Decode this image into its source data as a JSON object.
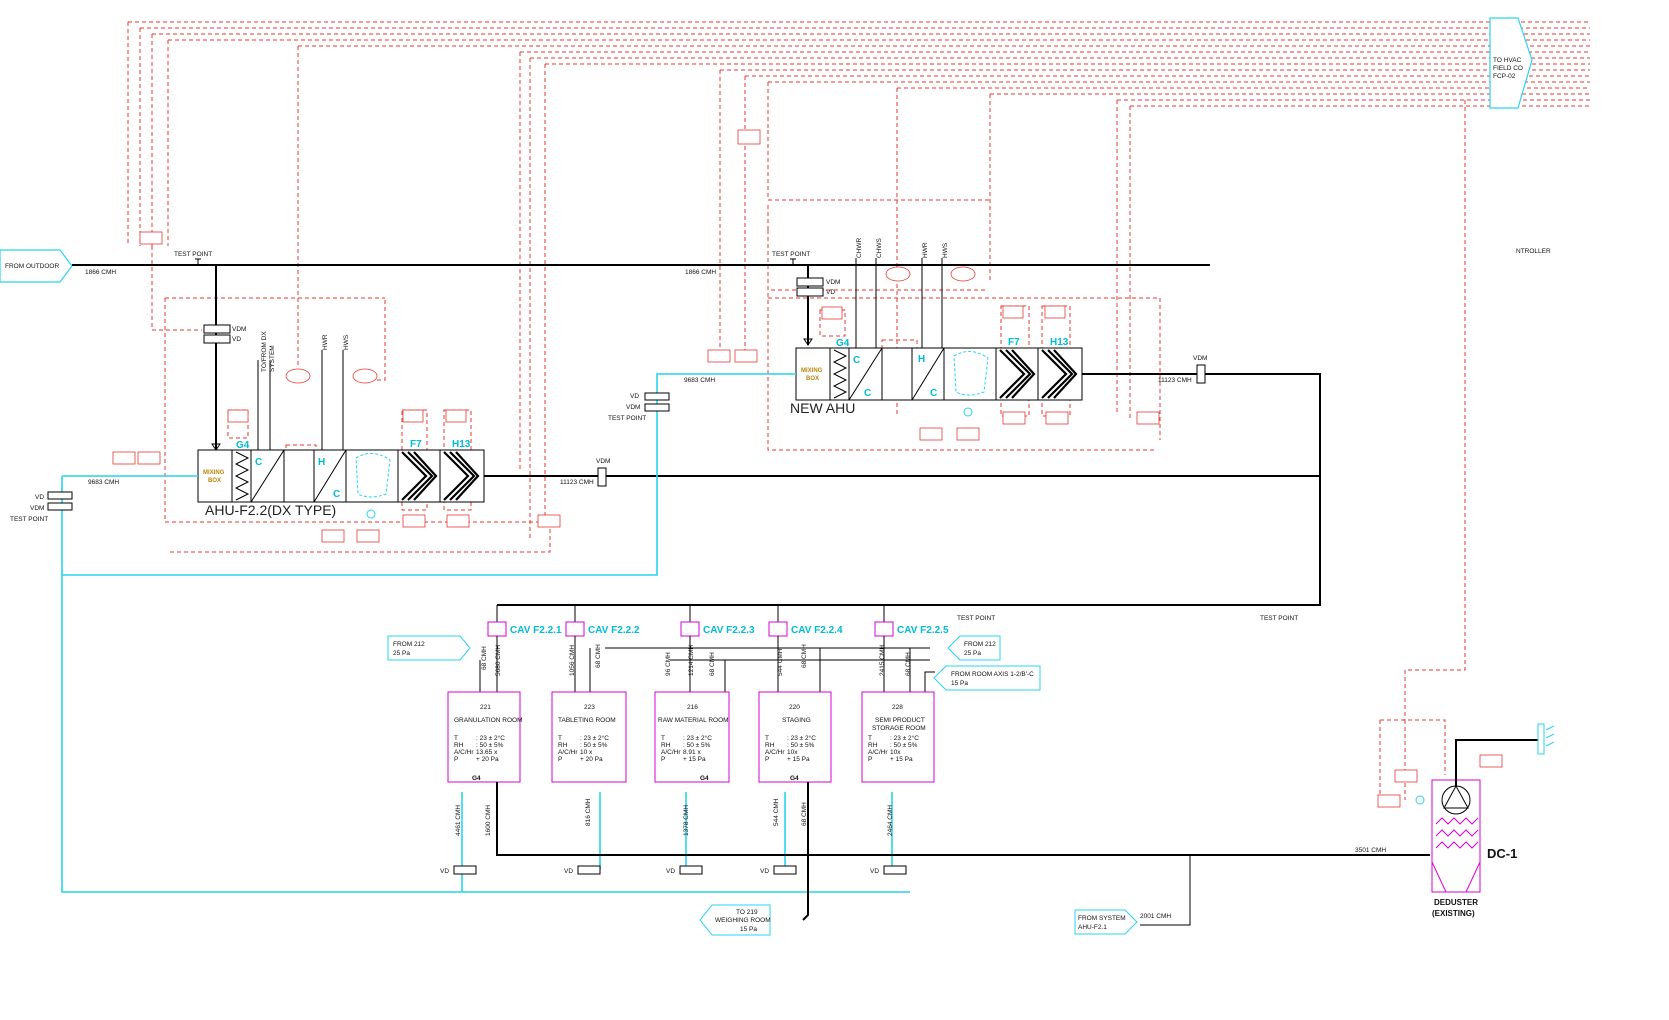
{
  "outdoor": {
    "label": "FROM OUTDOOR",
    "flow_a": "1866 CMH",
    "flow_b": "1866 CMH",
    "test_point": "TEST POINT"
  },
  "hvac": {
    "l1": "TO HVAC",
    "l2": "FIELD CO",
    "l3": "FCP-02",
    "ntroller": "NTROLLER"
  },
  "ahu1": {
    "title": "AHU-F2.2(DX TYPE)",
    "mixing": [
      "MIXING",
      "BOX"
    ],
    "g4": "G4",
    "c": "C",
    "h": "H",
    "f7": "F7",
    "h13": "H13",
    "vdm": "VDM",
    "vd": "VD",
    "dx": [
      "TO/FROM DX",
      "SYSTEM"
    ],
    "hwr": "HWR",
    "hws": "HWS",
    "flow_return": "9683 CMH",
    "flow_supply": "11123 CMH",
    "vdm_supply": "VDM"
  },
  "ahu2": {
    "title": "NEW AHU",
    "mixing": [
      "MIXING",
      "BOX"
    ],
    "g4": "G4",
    "c": "C",
    "h": "H",
    "f7": "F7",
    "h13": "H13",
    "vdm": "VDM",
    "vd": "VD",
    "chwr": "CHWR",
    "chws": "CHWS",
    "hwr": "HWR",
    "hws": "HWS",
    "flow_return": "9683 CMH",
    "flow_supply": "11123 CMH",
    "vdm_supply": "VDM"
  },
  "left_dampers": {
    "vd": "VD",
    "vdm": "VDM",
    "test_point": "TEST POINT"
  },
  "mid_dampers": {
    "vd": "VD",
    "vdm": "VDM",
    "test_point": "TEST POINT"
  },
  "supply_test_points": [
    "TEST POINT",
    "TEST POINT"
  ],
  "cavs": [
    "CAV F2.2.1",
    "CAV F2.2.2",
    "CAV F2.2.3",
    "CAV F2.2.4",
    "CAV F2.2.5"
  ],
  "rooms": [
    {
      "no": "221",
      "name": [
        "GRANULATION ROOM"
      ],
      "ach": "13.65 x",
      "p": "+ 20 Pa",
      "g4": "G4"
    },
    {
      "no": "223",
      "name": [
        "TABLETING ROOM"
      ],
      "ach": "10 x",
      "p": "+ 20 Pa",
      "g4": ""
    },
    {
      "no": "216",
      "name": [
        "RAW MATERIAL ROOM"
      ],
      "ach": "8.91 x",
      "p": "+ 15 Pa",
      "g4": "G4"
    },
    {
      "no": "220",
      "name": [
        "STAGING"
      ],
      "ach": "10x",
      "p": "+ 15 Pa",
      "g4": "G4"
    },
    {
      "no": "228",
      "name": [
        "SEMI PRODUCT",
        "STORAGE ROOM"
      ],
      "ach": "10x",
      "p": "+ 15 Pa",
      "g4": ""
    }
  ],
  "room_params": {
    "t": "T",
    "t_val": ": 23 ± 2°C",
    "rh": "RH",
    "rh_val": ": 50 ± 5%",
    "ach": "A/C/Hr",
    "p": "P"
  },
  "branch_flows": {
    "in": [
      "68 CMH",
      "5680 CMH",
      "1056 CMH",
      "68 CMH",
      "96 CMH",
      "1214 CMH",
      "68 CMH",
      "544 CMH",
      "68 CMH",
      "2415 CMH",
      "68 CMH"
    ],
    "out": [
      "4461 CMH",
      "1600 CMH",
      "816 CMH",
      "1378 CMH",
      "544 CMH",
      "68 CMH",
      "2464 CMH"
    ]
  },
  "from_212_a": [
    "FROM 212",
    "25 Pa"
  ],
  "from_212_b": [
    "FROM 212",
    "25 Pa"
  ],
  "from_axis": [
    "FROM ROOM AXIS 1-2/B'-C",
    "15 Pa"
  ],
  "to_219": [
    "TO 219",
    "WEIGHING ROOM",
    "15 Pa"
  ],
  "from_system": [
    "FROM SYSTEM",
    "AHU-F2.1"
  ],
  "flow_2001": "2001 CMH",
  "flow_3501": "3501 CMH",
  "duster": {
    "tag": "DC-1",
    "l1": "DEDUSTER",
    "l2": "(EXISTING)"
  },
  "bottom_vd": [
    "VD",
    "VD",
    "VD",
    "VD",
    "VD"
  ],
  "colors": {
    "control": "#e53935",
    "return_duct": "#29d4ee",
    "supply_duct": "#000000",
    "cav_box": "#d400d4",
    "ahu_label": "#00bcd4"
  }
}
